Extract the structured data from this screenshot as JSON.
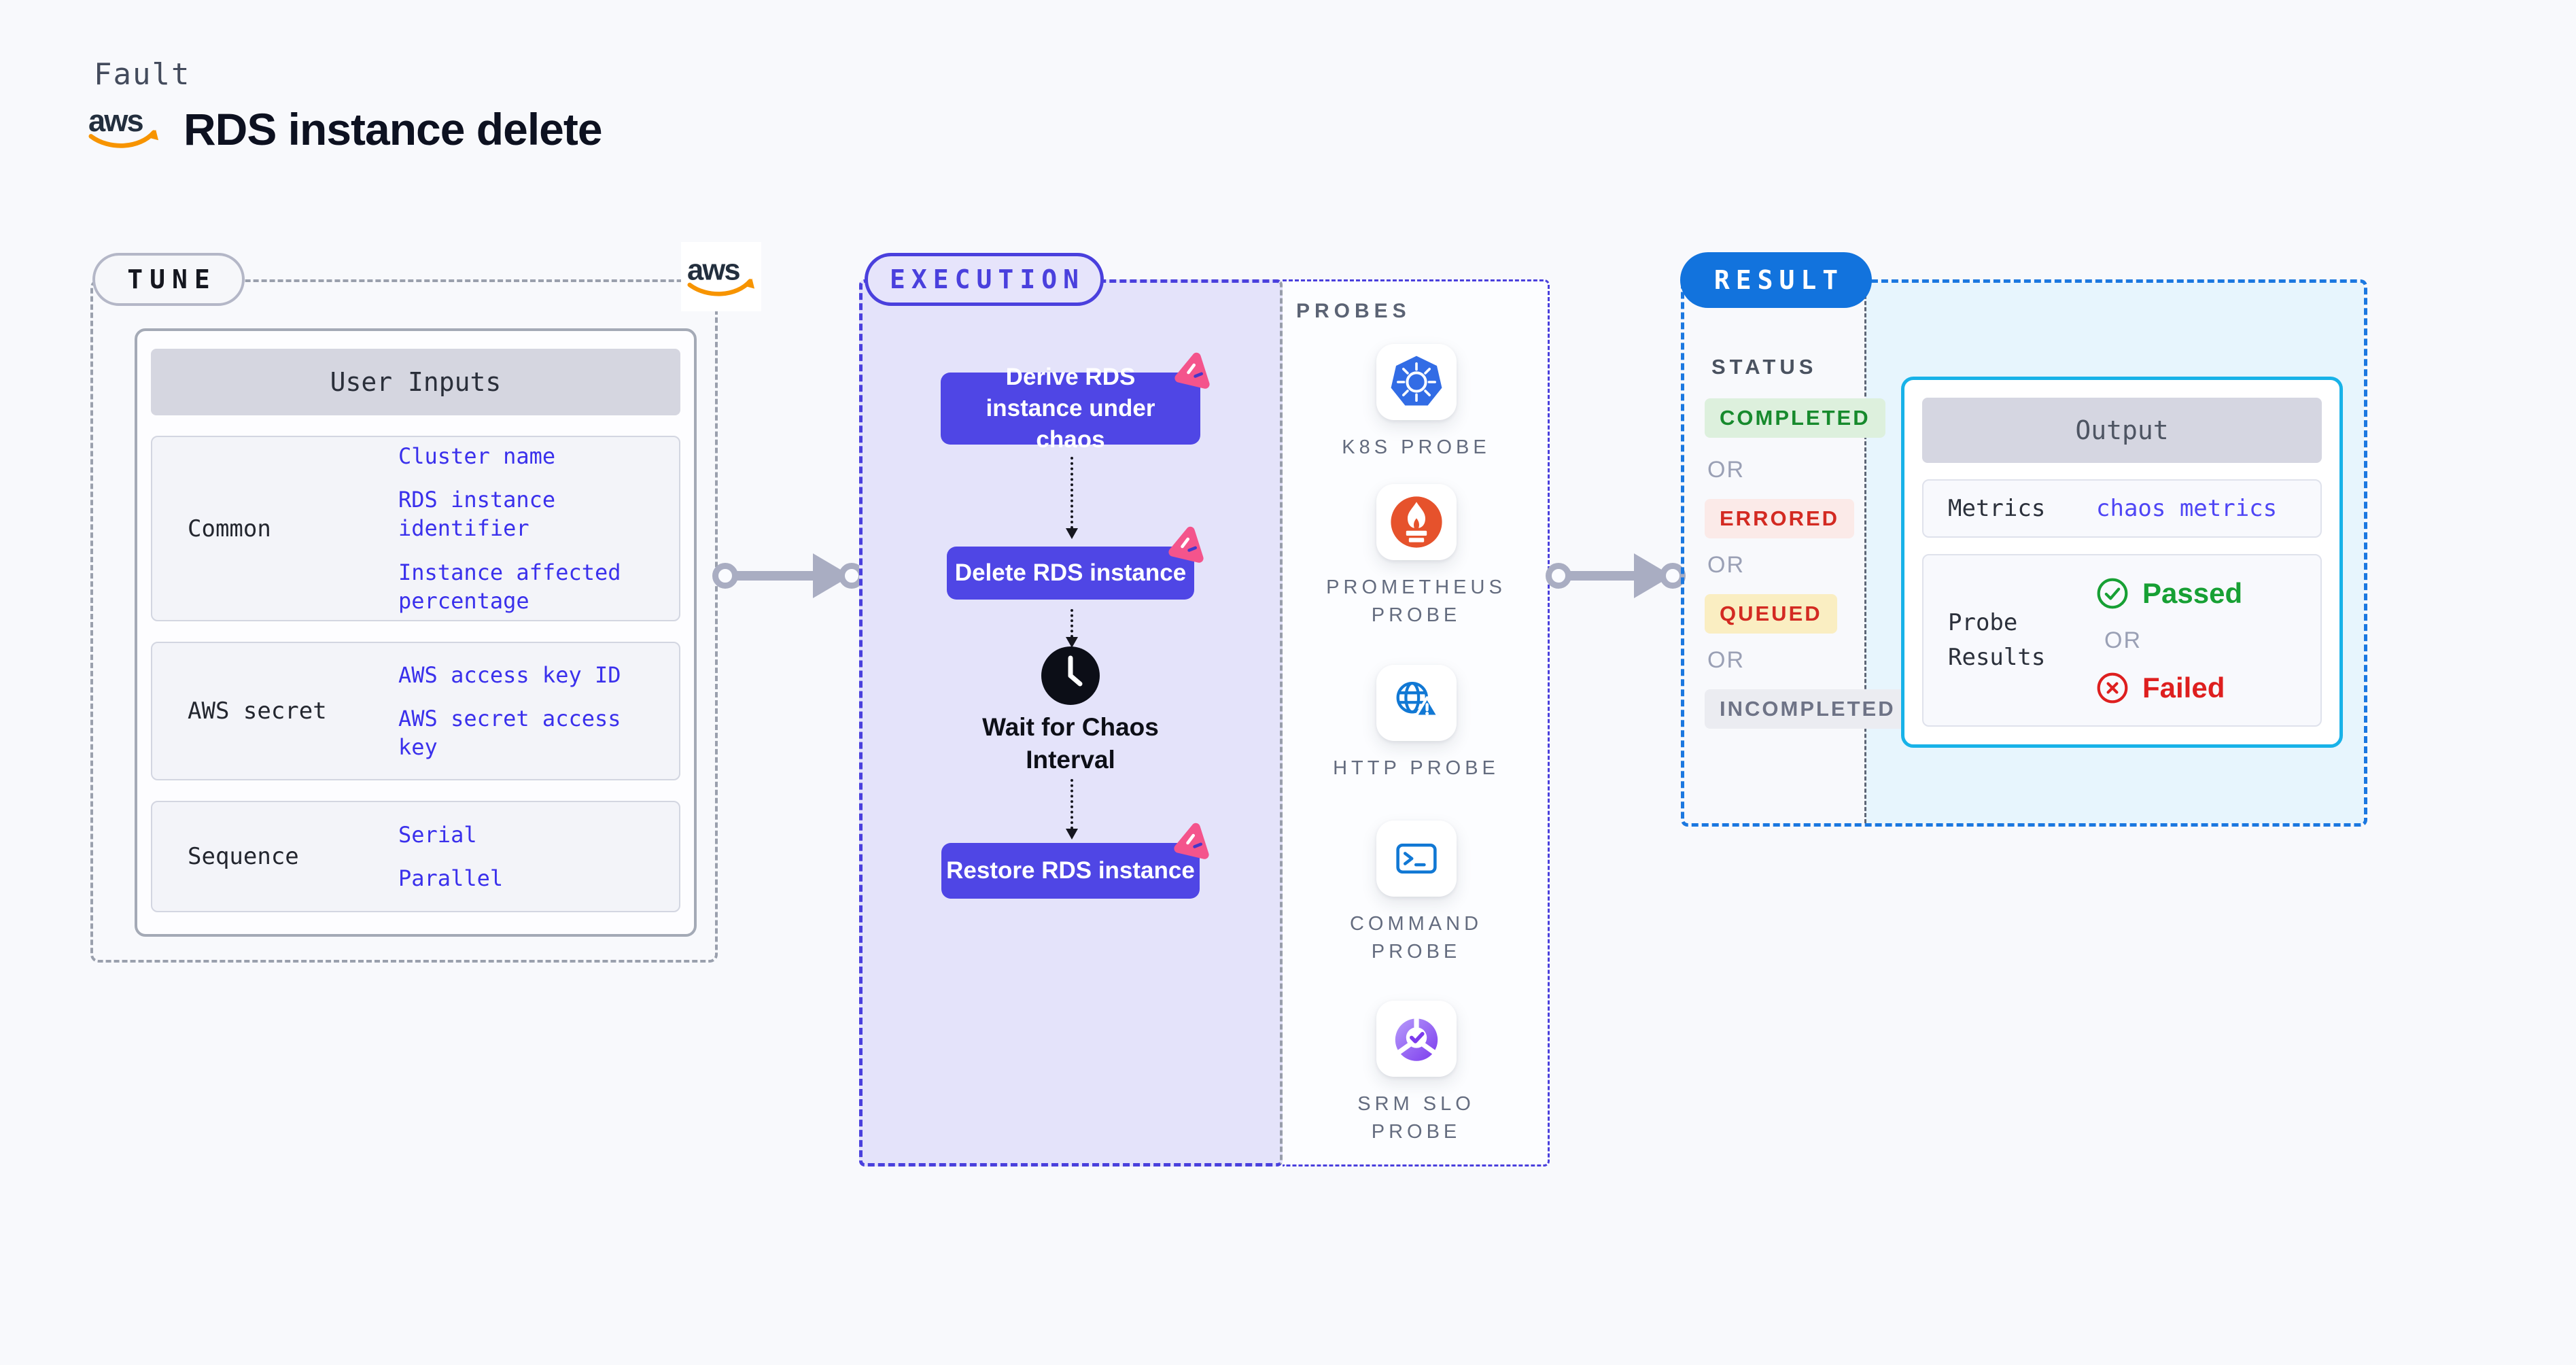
{
  "header": {
    "kind_label": "Fault",
    "brand": "aws",
    "title": "RDS instance delete"
  },
  "tune": {
    "label": "TUNE",
    "brand": "aws",
    "inputs": {
      "header": "User Inputs",
      "rows": [
        {
          "label": "Common",
          "links": [
            "Cluster name",
            "RDS instance identifier",
            "Instance affected percentage"
          ]
        },
        {
          "label": "AWS secret",
          "links": [
            "AWS access key ID",
            "AWS secret access key"
          ]
        },
        {
          "label": "Sequence",
          "links": [
            "Serial",
            "Parallel"
          ]
        }
      ]
    }
  },
  "execution": {
    "label": "EXECUTION",
    "steps": [
      "Derive RDS instance under chaos",
      "Delete RDS instance"
    ],
    "wait_step": "Wait for Chaos Interval",
    "final_step": "Restore RDS instance"
  },
  "probes": {
    "label": "PROBES",
    "items": [
      {
        "name": "K8S PROBE",
        "icon": "kubernetes-icon"
      },
      {
        "name": "PROMETHEUS PROBE",
        "icon": "prometheus-icon"
      },
      {
        "name": "HTTP PROBE",
        "icon": "globe-alert-icon"
      },
      {
        "name": "COMMAND PROBE",
        "icon": "terminal-icon"
      },
      {
        "name": "SRM SLO PROBE",
        "icon": "slo-check-icon"
      }
    ]
  },
  "result": {
    "label": "RESULT",
    "status_heading": "STATUS",
    "or_label": "OR",
    "statuses": [
      {
        "text": "COMPLETED",
        "fg": "#178a2d",
        "bg": "#ddf0dd"
      },
      {
        "text": "ERRORED",
        "fg": "#d32a22",
        "bg": "#fbeae8"
      },
      {
        "text": "QUEUED",
        "fg": "#d32a22",
        "bg": "#faeec2"
      },
      {
        "text": "INCOMPLETED",
        "fg": "#6e7386",
        "bg": "#ebecf1"
      }
    ],
    "output": {
      "header": "Output",
      "metrics_label": "Metrics",
      "metrics_link": "chaos metrics",
      "probe_results_label": "Probe Results",
      "passed_label": "Passed",
      "failed_label": "Failed"
    }
  },
  "colors": {
    "page_bg": "#f8f9fc",
    "accent_indigo": "#4f46e5",
    "lavender_bg": "#e4e3fa",
    "accent_blue": "#1273dd",
    "accent_cyan": "#18b2e8",
    "cyan_bg": "#e7f5fd",
    "link_blue": "#3a30ec",
    "passed_green": "#17a034",
    "failed_red": "#de1f1f",
    "arrow_gray": "#a9adc2",
    "chaos_pink": "#f4548c",
    "aws_navy": "#232f3e",
    "aws_orange": "#f79400"
  }
}
